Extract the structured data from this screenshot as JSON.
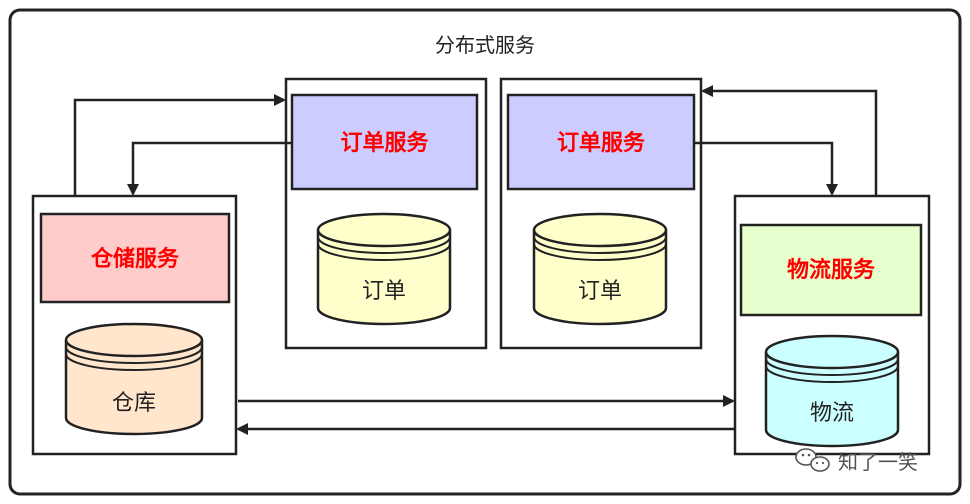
{
  "title": "分布式服务",
  "colors": {
    "service_text": "#ff0000",
    "line": "#222222"
  },
  "nodes": {
    "order_service_1": {
      "label": "订单服务",
      "fill": "#ccccff"
    },
    "order_db_1": {
      "label": "订单",
      "fill": "#ffffcc"
    },
    "order_service_2": {
      "label": "订单服务",
      "fill": "#ccccff"
    },
    "order_db_2": {
      "label": "订单",
      "fill": "#ffffcc"
    },
    "storage_service": {
      "label": "仓储服务",
      "fill": "#ffcccc"
    },
    "storage_db": {
      "label": "仓库",
      "fill": "#ffe6cc"
    },
    "logistics_service": {
      "label": "物流服务",
      "fill": "#e6ffcc"
    },
    "logistics_db": {
      "label": "物流",
      "fill": "#ccffff"
    }
  },
  "watermark": {
    "icon": "wechat-icon",
    "text": "知了一笑"
  }
}
